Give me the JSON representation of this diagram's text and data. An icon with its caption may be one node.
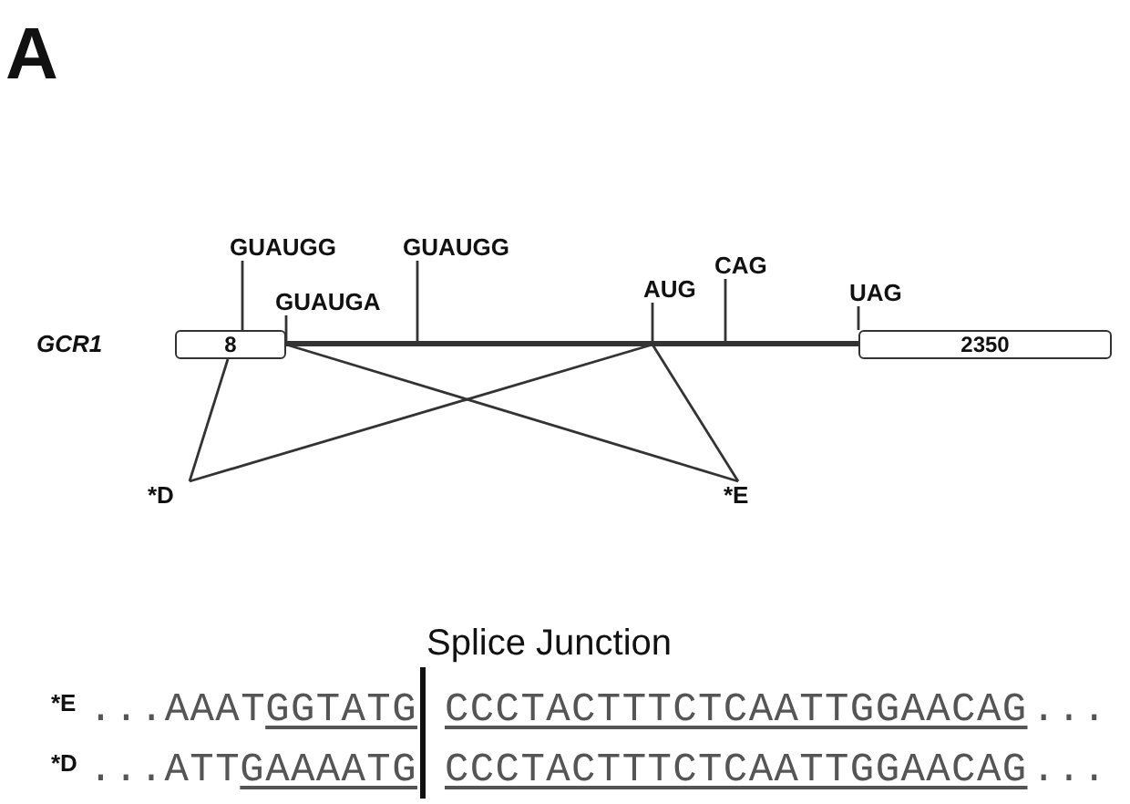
{
  "diagram": {
    "nodes": [
      {
        "text": [
          "8"
        ]
      },
      {
        "text": [],
        "shape": "bar"
      },
      {
        "text": [
          "2350"
        ]
      },
      {
        "text": [
          "GUAUGG"
        ]
      },
      {
        "text": [
          "GUAUGA"
        ]
      },
      {
        "text": [
          "GUAUGG"
        ]
      },
      {
        "text": [
          "AUG"
        ]
      },
      {
        "text": [
          "CAG"
        ]
      },
      {
        "text": [
          "UAG"
        ]
      },
      {
        "text": [
          "*D"
        ]
      },
      {
        "text": [
          "*E"
        ]
      }
    ],
    "edges": [
      {
        "from": 3,
        "to": 0,
        "arrow": "none"
      },
      {
        "from": 4,
        "to": 1,
        "arrow": "none"
      },
      {
        "from": 5,
        "to": 1,
        "arrow": "none"
      },
      {
        "from": 6,
        "to": 1,
        "arrow": "none"
      },
      {
        "from": 7,
        "to": 1,
        "arrow": "none"
      },
      {
        "from": 8,
        "to": 2,
        "arrow": "none"
      },
      {
        "from": 0,
        "to": 9,
        "arrow": "none"
      },
      {
        "from": 1,
        "to": 9,
        "arrow": "none"
      },
      {
        "from": 0,
        "to": 10,
        "arrow": "none"
      },
      {
        "from": 1,
        "to": 10,
        "arrow": "none"
      }
    ],
    "labels": [
      "A",
      "GCR1",
      "Splice Junction",
      "*E",
      "...AAAT",
      "GGTATG",
      "CCCTACTTTCTCAATTGGAACAG",
      "...",
      "*D",
      "...ATT",
      "GAAAATG",
      "CCCTACTTTCTCAATTGGAACAG",
      "..."
    ]
  }
}
